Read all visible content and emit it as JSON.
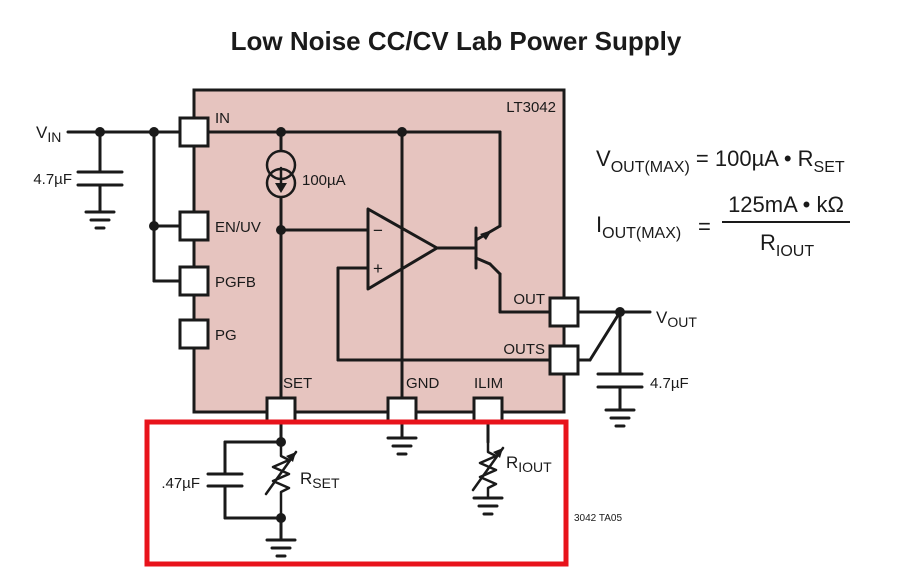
{
  "title": "Low Noise CC/CV Lab Power Supply",
  "chip": {
    "name": "LT3042",
    "fill": "#e6c4bf",
    "pins": {
      "in": "IN",
      "en_uv": "EN/UV",
      "pgfb": "PGFB",
      "pg": "PG",
      "out": "OUT",
      "outs": "OUTS",
      "set": "SET",
      "gnd": "GND",
      "ilim": "ILIM"
    },
    "current_source": "100µA",
    "opamp_minus": "−",
    "opamp_plus": "+"
  },
  "labels": {
    "vin_main": "V",
    "vin_sub": "IN",
    "cin": "4.7µF",
    "vout_main": "V",
    "vout_sub": "OUT",
    "cout": "4.7µF",
    "cset": ".47µF",
    "rset_main": "R",
    "rset_sub": "SET",
    "riout_main": "R",
    "riout_sub": "IOUT"
  },
  "equations": {
    "vout_lhs_main": "V",
    "vout_lhs_sub": "OUT(MAX)",
    "vout_rhs_main": " = 100µA • R",
    "vout_rhs_sub": "SET",
    "iout_lhs_main": "I",
    "iout_lhs_sub": "OUT(MAX)",
    "equals": "=",
    "iout_num": "125mA • kΩ",
    "iout_den_main": "R",
    "iout_den_sub": "IOUT"
  },
  "figure_id": "3042 TA05",
  "highlight_color": "#e8131b"
}
